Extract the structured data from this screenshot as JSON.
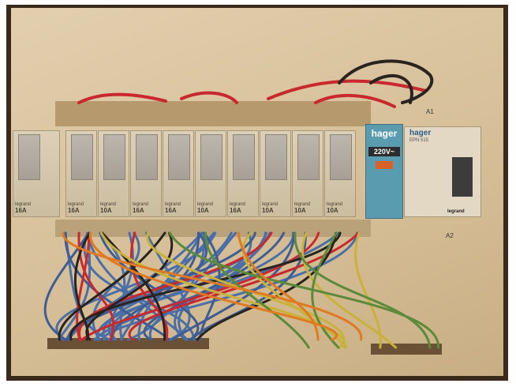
{
  "breakers": [
    {
      "brand": "legrand",
      "rating": "16A"
    },
    {
      "brand": "legrand",
      "rating": "16A"
    },
    {
      "brand": "legrand",
      "rating": "10A"
    },
    {
      "brand": "legrand",
      "rating": "16A"
    },
    {
      "brand": "legrand",
      "rating": "16A"
    },
    {
      "brand": "legrand",
      "rating": "10A"
    },
    {
      "brand": "legrand",
      "rating": "16A"
    },
    {
      "brand": "legrand",
      "rating": "10A"
    },
    {
      "brand": "legrand",
      "rating": "10A"
    },
    {
      "brand": "legrand",
      "rating": "10A"
    }
  ],
  "relay": {
    "brand": "hager",
    "voltage": "220V~"
  },
  "contactor": {
    "brand": "hager",
    "model": "EPN 515",
    "maker_label": "legrand"
  },
  "terminals": {
    "top": "A1",
    "bottom": "A2"
  },
  "colors": {
    "board": "#d6bf98",
    "relay": "#5a9bb0",
    "wire_red": "#c8282e",
    "wire_blue": "#4a6fa8",
    "wire_yellow": "#c9b23a",
    "wire_orange": "#e07a20"
  }
}
